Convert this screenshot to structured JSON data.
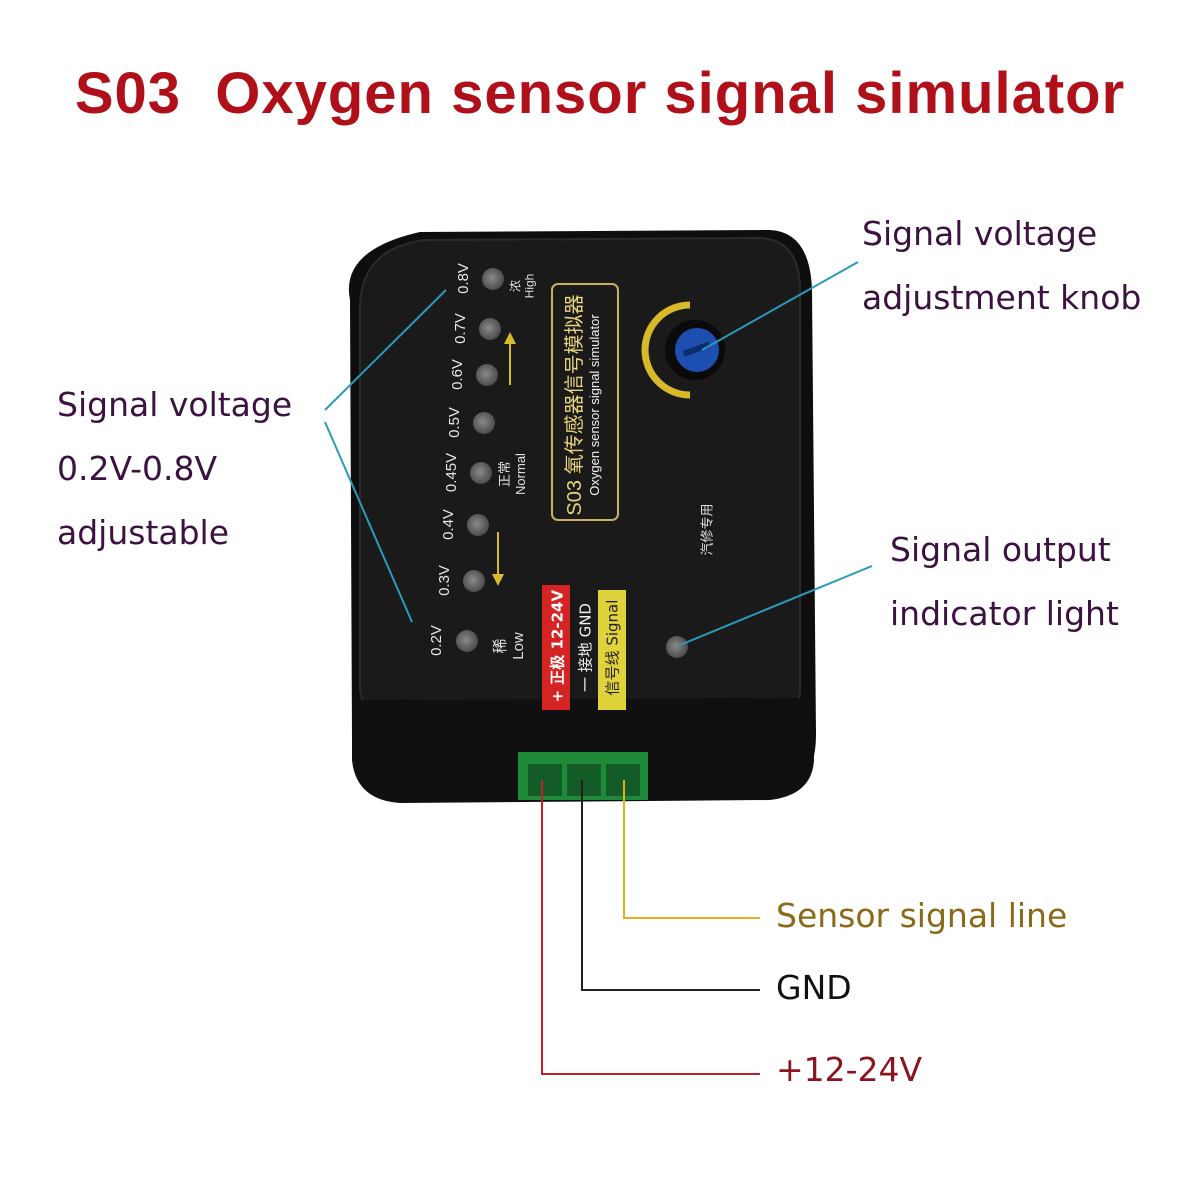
{
  "title": "S03  Oxygen sensor signal simulator",
  "callouts": {
    "voltage_range": {
      "lines": [
        "Signal voltage",
        "0.2V-0.8V",
        "adjustable"
      ]
    },
    "knob": {
      "lines": [
        "Signal voltage",
        "adjustment knob"
      ]
    },
    "indicator": {
      "lines": [
        "Signal output",
        "indicator light"
      ]
    }
  },
  "device": {
    "label_cn": "S03 氧传感器信号模拟器",
    "label_en": "Oxygen sensor signal simulator",
    "voltage_leds": [
      "0.8V",
      "0.7V",
      "0.6V",
      "0.5V",
      "0.45V",
      "0.4V",
      "0.3V",
      "0.2V"
    ],
    "zone_high": {
      "cn": "浓",
      "en": "High"
    },
    "zone_normal": {
      "cn": "正常",
      "en": "Normal"
    },
    "zone_low": {
      "cn": "稀",
      "en": "Low"
    },
    "repair_text": "汽修专用",
    "terminal_labels": {
      "positive": "+ 正极 12-24V",
      "gnd": "一 接地 GND",
      "signal": "信号线 Signal"
    }
  },
  "wires": {
    "signal": {
      "label": "Sensor signal line",
      "color": "#e0b020",
      "text_color": "#8a6a18"
    },
    "gnd": {
      "label": "GND",
      "color": "#222222",
      "text_color": "#111111"
    },
    "power": {
      "label": "+12-24V",
      "color": "#c0202a",
      "text_color": "#8a1420"
    }
  },
  "colors": {
    "title": "#b0101a",
    "callout_text": "#3b1240",
    "leader_line": "#2a9bb8",
    "device_body": "#141414",
    "knob": "#1c4fb0",
    "terminal_block": "#1f8a3a"
  }
}
